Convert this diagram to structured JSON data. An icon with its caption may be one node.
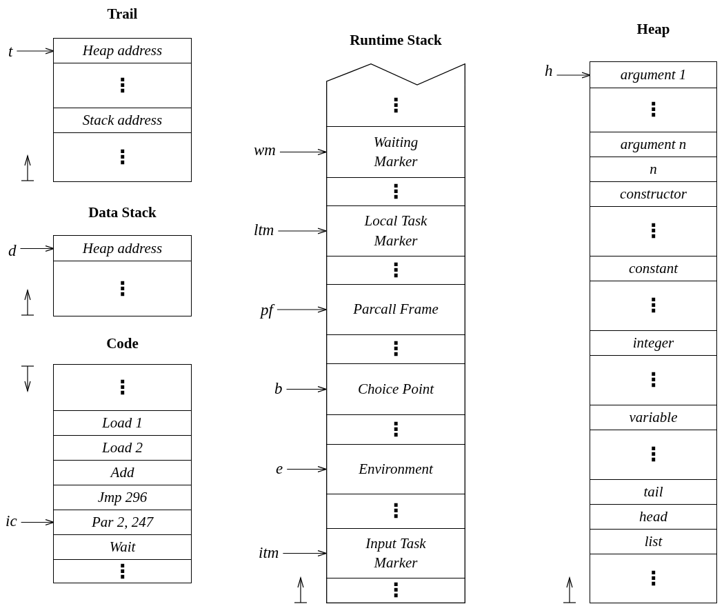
{
  "diagram": {
    "nodes": [
      {
        "text": [
          "Trail"
        ]
      },
      {
        "text": [
          "Heap address"
        ],
        "in": 0
      },
      {
        "text": [
          "⋮"
        ],
        "in": 0
      },
      {
        "text": [
          "Stack address"
        ],
        "in": 0
      },
      {
        "text": [
          "⋮"
        ],
        "in": 0
      },
      {
        "text": [
          "Data Stack"
        ]
      },
      {
        "text": [
          "Heap address"
        ],
        "in": 5
      },
      {
        "text": [
          "⋮"
        ],
        "in": 5
      },
      {
        "text": [
          "Code"
        ]
      },
      {
        "text": [
          "⋮"
        ],
        "in": 8
      },
      {
        "text": [
          "Load 1"
        ],
        "in": 8
      },
      {
        "text": [
          "Load 2"
        ],
        "in": 8
      },
      {
        "text": [
          "Add"
        ],
        "in": 8
      },
      {
        "text": [
          "Jmp 296"
        ],
        "in": 8
      },
      {
        "text": [
          "Par 2, 247"
        ],
        "in": 8
      },
      {
        "text": [
          "Wait"
        ],
        "in": 8
      },
      {
        "text": [
          "⋮"
        ],
        "in": 8
      },
      {
        "text": [
          "Runtime Stack"
        ]
      },
      {
        "text": [
          "⋮"
        ],
        "in": 17
      },
      {
        "text": [
          "Waiting Marker"
        ],
        "in": 17
      },
      {
        "text": [
          "⋮"
        ],
        "in": 17
      },
      {
        "text": [
          "Local Task Marker"
        ],
        "in": 17
      },
      {
        "text": [
          "⋮"
        ],
        "in": 17
      },
      {
        "text": [
          "Parcall Frame"
        ],
        "in": 17
      },
      {
        "text": [
          "⋮"
        ],
        "in": 17
      },
      {
        "text": [
          "Choice Point"
        ],
        "in": 17
      },
      {
        "text": [
          "⋮"
        ],
        "in": 17
      },
      {
        "text": [
          "Environment"
        ],
        "in": 17
      },
      {
        "text": [
          "⋮"
        ],
        "in": 17
      },
      {
        "text": [
          "Input Task Marker"
        ],
        "in": 17
      },
      {
        "text": [
          "⋮"
        ],
        "in": 17
      },
      {
        "text": [
          "Heap"
        ]
      },
      {
        "text": [
          "argument 1"
        ],
        "in": 31
      },
      {
        "text": [
          "⋮"
        ],
        "in": 31
      },
      {
        "text": [
          "argument n"
        ],
        "in": 31
      },
      {
        "text": [
          "n"
        ],
        "in": 31
      },
      {
        "text": [
          "constructor"
        ],
        "in": 31
      },
      {
        "text": [
          "⋮"
        ],
        "in": 31
      },
      {
        "text": [
          "constant"
        ],
        "in": 31
      },
      {
        "text": [
          "⋮"
        ],
        "in": 31
      },
      {
        "text": [
          "integer"
        ],
        "in": 31
      },
      {
        "text": [
          "⋮"
        ],
        "in": 31
      },
      {
        "text": [
          "variable"
        ],
        "in": 31
      },
      {
        "text": [
          "⋮"
        ],
        "in": 31
      },
      {
        "text": [
          "tail"
        ],
        "in": 31
      },
      {
        "text": [
          "head"
        ],
        "in": 31
      },
      {
        "text": [
          "list"
        ],
        "in": 31
      },
      {
        "text": [
          "⋮"
        ],
        "in": 31
      },
      {
        "text": [
          "t"
        ]
      },
      {
        "text": [
          "d"
        ]
      },
      {
        "text": [
          "ic"
        ]
      },
      {
        "text": [
          "wm"
        ]
      },
      {
        "text": [
          "ltm"
        ]
      },
      {
        "text": [
          "pf"
        ]
      },
      {
        "text": [
          "b"
        ]
      },
      {
        "text": [
          "e"
        ]
      },
      {
        "text": [
          "itm"
        ]
      },
      {
        "text": [
          "h"
        ]
      }
    ],
    "edges": [
      {
        "from": 48,
        "to": 1,
        "arrow": "to"
      },
      {
        "from": 49,
        "to": 6,
        "arrow": "to"
      },
      {
        "from": 50,
        "to": 14,
        "arrow": "to"
      },
      {
        "from": 51,
        "to": 19,
        "arrow": "to"
      },
      {
        "from": 52,
        "to": 21,
        "arrow": "to"
      },
      {
        "from": 53,
        "to": 23,
        "arrow": "to"
      },
      {
        "from": 54,
        "to": 25,
        "arrow": "to"
      },
      {
        "from": 55,
        "to": 27,
        "arrow": "to"
      },
      {
        "from": 56,
        "to": 29,
        "arrow": "to"
      },
      {
        "from": 57,
        "to": 32,
        "arrow": "to"
      }
    ]
  }
}
